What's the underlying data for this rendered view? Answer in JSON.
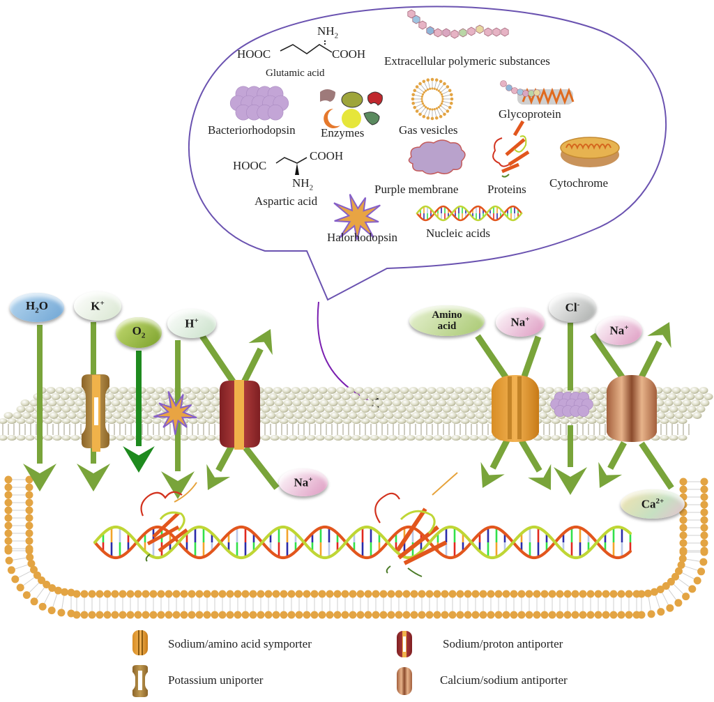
{
  "bubble": {
    "items": [
      {
        "id": "glutamic",
        "label": "Glutamic acid",
        "formula": {
          "left": "HOOC",
          "right": "COOH",
          "amine": "NH2"
        }
      },
      {
        "id": "eps",
        "label": "Extracellular polymeric substances"
      },
      {
        "id": "bacteriorhodopsin",
        "label": "Bacteriorhodopsin"
      },
      {
        "id": "enzymes",
        "label": "Enzymes"
      },
      {
        "id": "gas_vesicles",
        "label": "Gas vesicles"
      },
      {
        "id": "glycoprotein",
        "label": "Glycoprotein"
      },
      {
        "id": "aspartic",
        "label": "Aspartic acid",
        "formula": {
          "left": "HOOC",
          "right": "COOH",
          "amine": "NH2"
        }
      },
      {
        "id": "purple_membrane",
        "label": "Purple membrane"
      },
      {
        "id": "proteins",
        "label": "Proteins"
      },
      {
        "id": "cytochrome",
        "label": "Cytochrome"
      },
      {
        "id": "halorhodopsin",
        "label": "Halorhodopsin"
      },
      {
        "id": "nucleic_acids",
        "label": "Nucleic acids"
      }
    ]
  },
  "ions": {
    "h2o": {
      "base": "H",
      "sub": "2",
      "tail": "O",
      "color": "#8fbfe6"
    },
    "k": {
      "base": "K",
      "sup": "+",
      "color": "#eef3ea"
    },
    "o2": {
      "base": "O",
      "sub": "2",
      "color": "#94b83c"
    },
    "h": {
      "base": "H",
      "sup": "+",
      "color": "#d6ead8"
    },
    "amino_acid": {
      "line1": "Amino",
      "line2": "acid",
      "color": "#c5dc95"
    },
    "na_right1": {
      "base": "Na",
      "sup": "+",
      "color": "#e3a7c8"
    },
    "cl": {
      "base": "Cl",
      "sup": "-",
      "color": "#c9ccc9"
    },
    "na_right2": {
      "base": "Na",
      "sup": "+",
      "color": "#e3a7c8"
    },
    "na_bottom": {
      "base": "Na",
      "sup": "+",
      "color": "#e3a7c8"
    },
    "ca": {
      "base": "Ca",
      "sup": "2+",
      "color": "#e9e2b6"
    }
  },
  "legend": {
    "items": [
      {
        "id": "sodium_amino_symporter",
        "label": "Sodium/amino acid symporter",
        "icon": "sodium-amino-symporter-icon",
        "color": "#e0a23a"
      },
      {
        "id": "sodium_proton_antiporter",
        "label": "Sodium/proton antiporter",
        "icon": "sodium-proton-antiporter-icon",
        "color": "#a8383a"
      },
      {
        "id": "potassium_uniporter",
        "label": "Potassium uniporter",
        "icon": "potassium-uniporter-icon",
        "color": "#a88340"
      },
      {
        "id": "calcium_sodium_antiporter",
        "label": "Calcium/sodium antiporter",
        "icon": "calcium-sodium-antiporter-icon",
        "color": "#c78a5a"
      }
    ]
  },
  "colors": {
    "arrow": "#79a43a",
    "arrow_dark": "#1e8a1e",
    "bubble_outline": "#6a52b0",
    "lipid_head": "#e3a443",
    "membrane_bead": "#e8e6d4"
  }
}
